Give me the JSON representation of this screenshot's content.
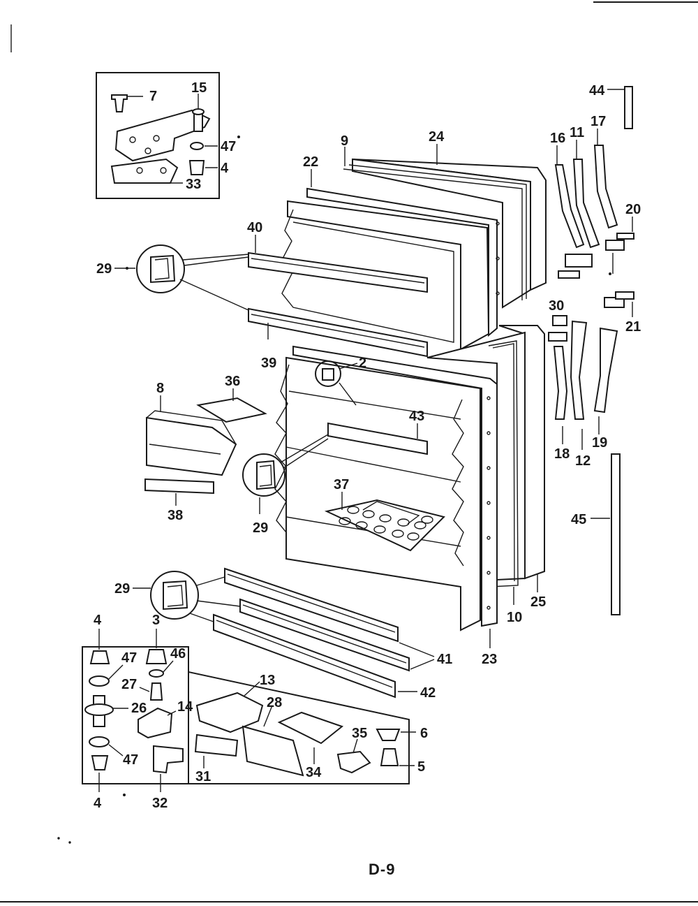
{
  "page_label": "D-9",
  "callouts": [
    {
      "id": "c-7",
      "text": "7"
    },
    {
      "id": "c-15",
      "text": "15"
    },
    {
      "id": "c-47a",
      "text": "47"
    },
    {
      "id": "c-4a",
      "text": "4"
    },
    {
      "id": "c-33",
      "text": "33"
    },
    {
      "id": "c-22",
      "text": "22"
    },
    {
      "id": "c-9",
      "text": "9"
    },
    {
      "id": "c-24",
      "text": "24"
    },
    {
      "id": "c-40",
      "text": "40"
    },
    {
      "id": "c-29a",
      "text": "29"
    },
    {
      "id": "c-39",
      "text": "39"
    },
    {
      "id": "c-44",
      "text": "44"
    },
    {
      "id": "c-16",
      "text": "16"
    },
    {
      "id": "c-11",
      "text": "11"
    },
    {
      "id": "c-17",
      "text": "17"
    },
    {
      "id": "c-20",
      "text": "20"
    },
    {
      "id": "c-30",
      "text": "30"
    },
    {
      "id": "c-21",
      "text": "21"
    },
    {
      "id": "c-2",
      "text": "2"
    },
    {
      "id": "c-36",
      "text": "36"
    },
    {
      "id": "c-8",
      "text": "8"
    },
    {
      "id": "c-43",
      "text": "43"
    },
    {
      "id": "c-38",
      "text": "38"
    },
    {
      "id": "c-29b",
      "text": "29"
    },
    {
      "id": "c-37",
      "text": "37"
    },
    {
      "id": "c-18",
      "text": "18"
    },
    {
      "id": "c-12",
      "text": "12"
    },
    {
      "id": "c-19",
      "text": "19"
    },
    {
      "id": "c-45",
      "text": "45"
    },
    {
      "id": "c-25",
      "text": "25"
    },
    {
      "id": "c-10",
      "text": "10"
    },
    {
      "id": "c-29c",
      "text": "29"
    },
    {
      "id": "c-23",
      "text": "23"
    },
    {
      "id": "c-41",
      "text": "41"
    },
    {
      "id": "c-42",
      "text": "42"
    },
    {
      "id": "c-4b",
      "text": "4"
    },
    {
      "id": "c-3",
      "text": "3"
    },
    {
      "id": "c-47b",
      "text": "47"
    },
    {
      "id": "c-46",
      "text": "46"
    },
    {
      "id": "c-27",
      "text": "27"
    },
    {
      "id": "c-26",
      "text": "26"
    },
    {
      "id": "c-14",
      "text": "14"
    },
    {
      "id": "c-13",
      "text": "13"
    },
    {
      "id": "c-28",
      "text": "28"
    },
    {
      "id": "c-6",
      "text": "6"
    },
    {
      "id": "c-35",
      "text": "35"
    },
    {
      "id": "c-5",
      "text": "5"
    },
    {
      "id": "c-47c",
      "text": "47"
    },
    {
      "id": "c-31",
      "text": "31"
    },
    {
      "id": "c-34",
      "text": "34"
    },
    {
      "id": "c-4c",
      "text": "4"
    },
    {
      "id": "c-32",
      "text": "32"
    }
  ]
}
